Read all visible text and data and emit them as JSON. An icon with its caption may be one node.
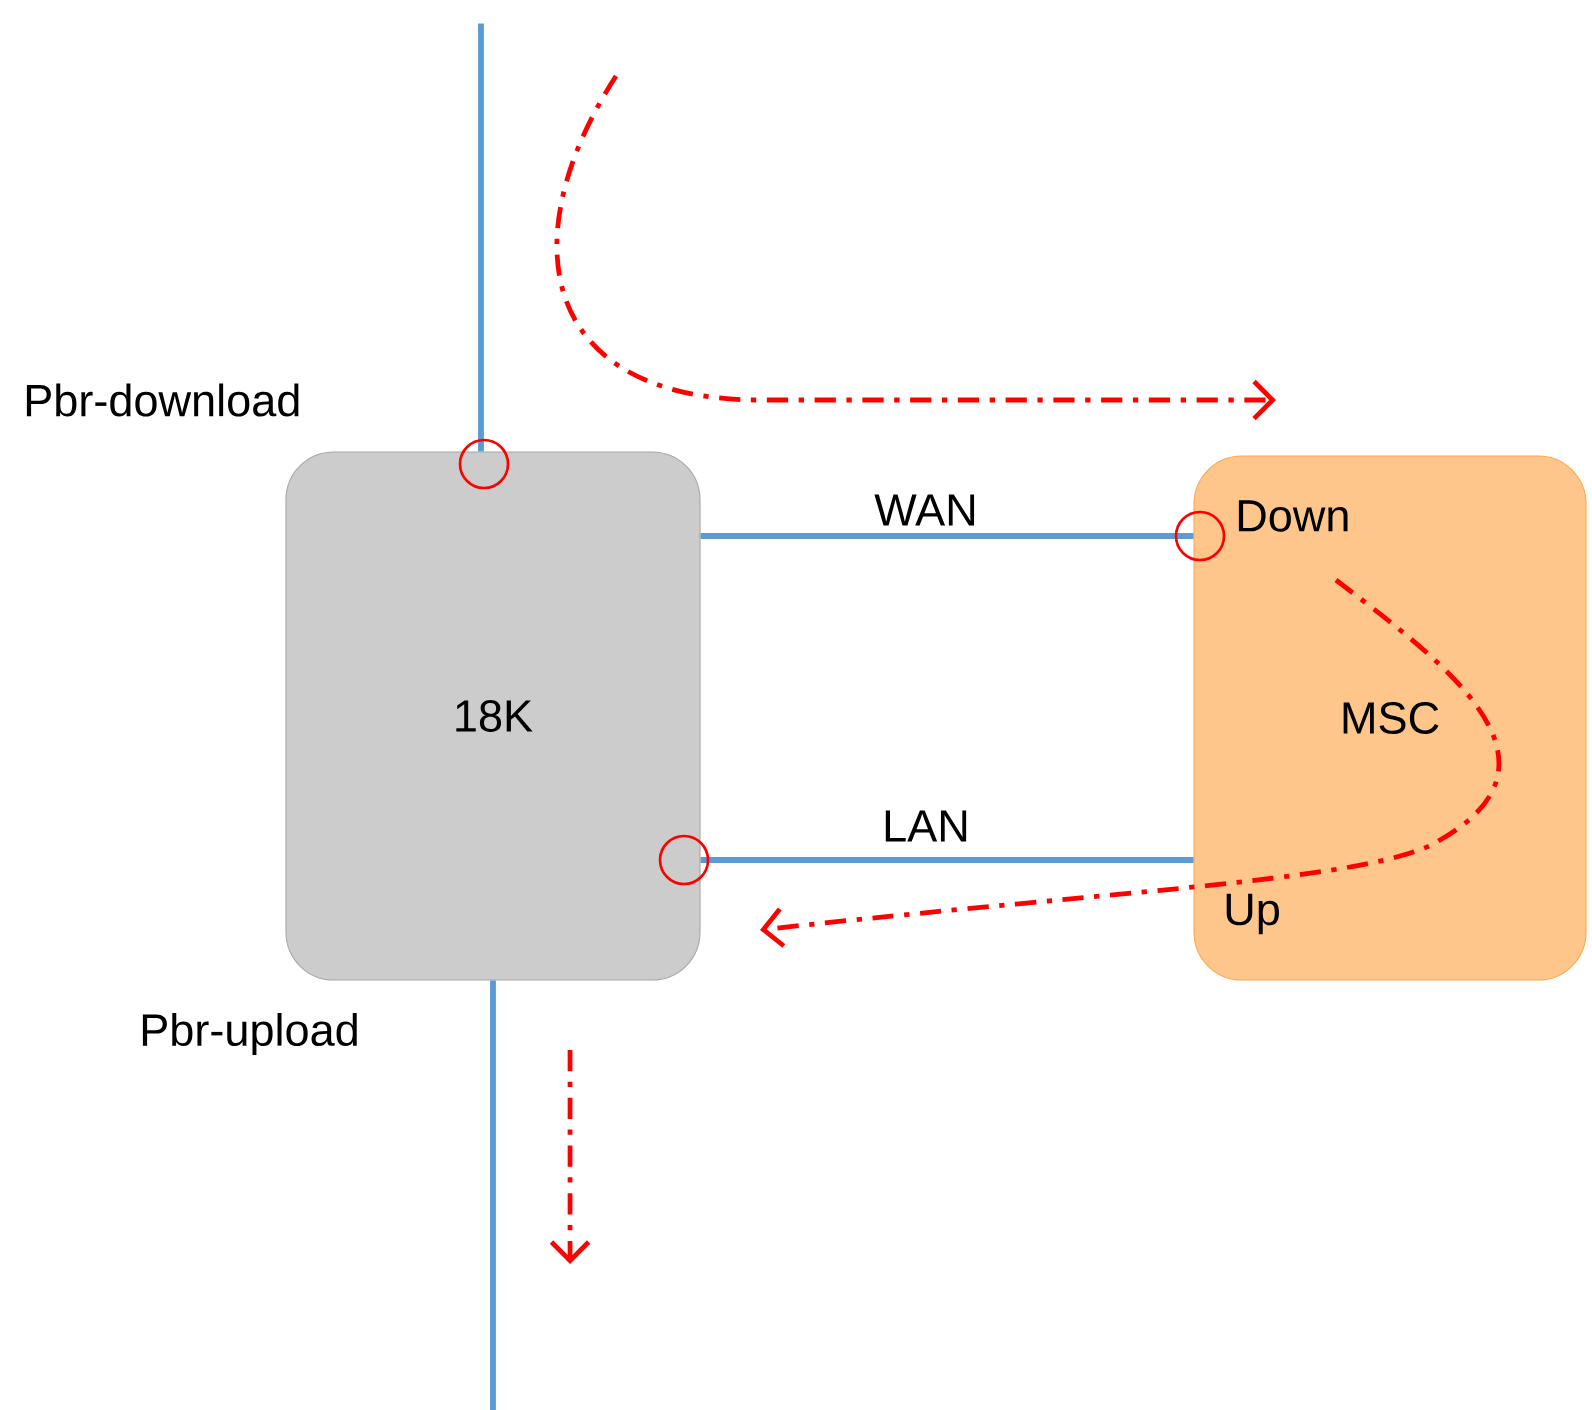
{
  "diagram": {
    "nodes": [
      {
        "text": [
          "18K"
        ]
      },
      {
        "text": [
          "MSC"
        ]
      }
    ],
    "edges": [
      {
        "from": 0,
        "to": 1,
        "arrow": "none",
        "label": "WAN"
      },
      {
        "from": 1,
        "to": 0,
        "arrow": "none",
        "label": "LAN"
      },
      {
        "from": null,
        "to": 0,
        "arrow": "none"
      },
      {
        "from": 0,
        "to": null,
        "arrow": "none"
      }
    ],
    "labels": [
      "Pbr-download",
      "Down",
      "Up",
      "Pbr-upload"
    ]
  }
}
